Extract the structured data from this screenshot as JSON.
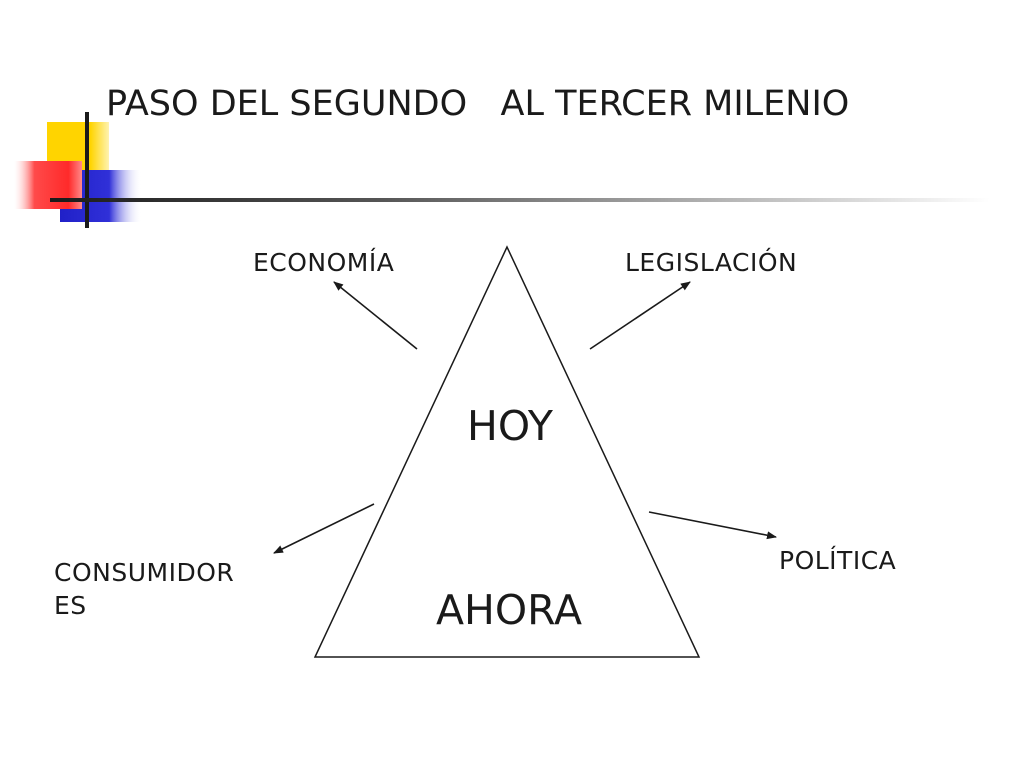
{
  "slide": {
    "title": "PASO DEL SEGUNDO   AL TERCER MILENIO"
  },
  "diagram": {
    "center_top": "HOY",
    "center_bottom": "AHORA",
    "arrow_labels": {
      "top_left": "ECONOMÍA",
      "top_right": "LEGISLACIÓN",
      "bottom_left_line1": "CONSUMIDOR",
      "bottom_left_line2": "ES",
      "bottom_right": "POLÍTICA"
    }
  },
  "colors": {
    "yellow": "#ffd400",
    "red": "#ff2a2a",
    "blue": "#2a2ad4",
    "line": "#1a1a1a"
  }
}
